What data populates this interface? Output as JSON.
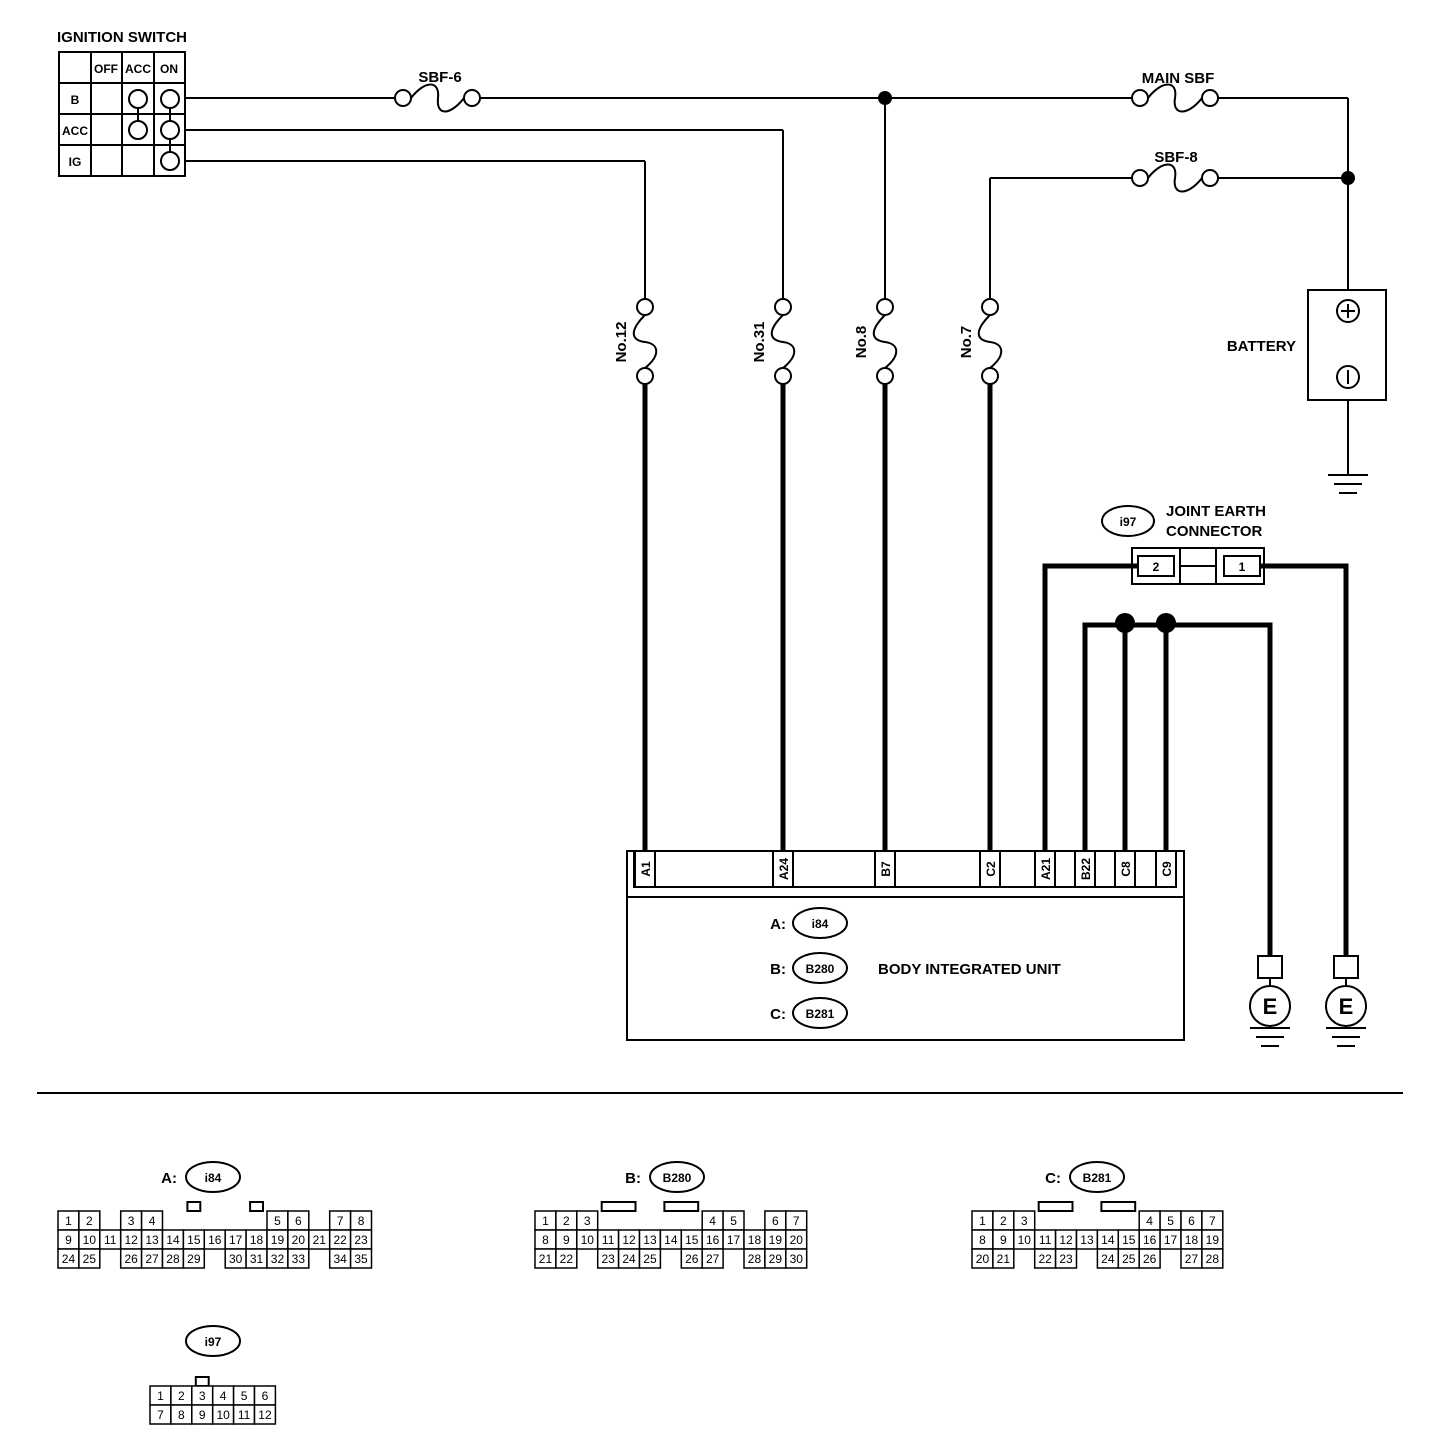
{
  "ignition_switch": {
    "title": "IGNITION SWITCH",
    "columns": [
      "OFF",
      "ACC",
      "ON"
    ],
    "rows": [
      "B",
      "ACC",
      "IG"
    ]
  },
  "fuses": {
    "sbf6": "SBF-6",
    "main_sbf": "MAIN SBF",
    "sbf8": "SBF-8",
    "no12": "No.12",
    "no31": "No.31",
    "no8": "No.8",
    "no7": "No.7"
  },
  "battery": {
    "label": "BATTERY",
    "plus": "+",
    "minus": "−"
  },
  "joint_earth": {
    "id": "i97",
    "line1": "JOINT EARTH",
    "line2": "CONNECTOR",
    "pin2": "2",
    "pin1": "1"
  },
  "unit": {
    "pins": [
      "A1",
      "A24",
      "B7",
      "C2",
      "A21",
      "B22",
      "C8",
      "C9"
    ],
    "connectors": [
      {
        "prefix": "A:",
        "id": "i84"
      },
      {
        "prefix": "B:",
        "id": "B280"
      },
      {
        "prefix": "C:",
        "id": "B281"
      }
    ],
    "name": "BODY INTEGRATED UNIT"
  },
  "earth": {
    "label": "E"
  },
  "connector_views": [
    {
      "prefix": "A:",
      "id": "i84",
      "rows": [
        [
          "1",
          "2",
          "",
          "3",
          "4",
          "",
          "",
          "",
          "",
          "",
          "5",
          "6",
          "",
          "7",
          "8"
        ],
        [
          "9",
          "10",
          "11",
          "12",
          "13",
          "14",
          "15",
          "16",
          "17",
          "18",
          "19",
          "20",
          "21",
          "22",
          "23"
        ],
        [
          "24",
          "25",
          "",
          "26",
          "27",
          "28",
          "29",
          "",
          "30",
          "31",
          "32",
          "33",
          "",
          "34",
          "35"
        ]
      ]
    },
    {
      "prefix": "B:",
      "id": "B280",
      "rows": [
        [
          "1",
          "2",
          "3",
          "",
          "",
          "",
          "",
          "",
          "4",
          "5",
          "",
          "6",
          "7"
        ],
        [
          "8",
          "9",
          "10",
          "11",
          "12",
          "13",
          "14",
          "15",
          "16",
          "17",
          "18",
          "19",
          "20"
        ],
        [
          "21",
          "22",
          "",
          "23",
          "24",
          "25",
          "",
          "26",
          "27",
          "",
          "28",
          "29",
          "30"
        ]
      ]
    },
    {
      "prefix": "C:",
      "id": "B281",
      "rows": [
        [
          "1",
          "2",
          "3",
          "",
          "",
          "",
          "",
          "",
          "4",
          "5",
          "6",
          "7"
        ],
        [
          "8",
          "9",
          "10",
          "11",
          "12",
          "13",
          "14",
          "15",
          "16",
          "17",
          "18",
          "19"
        ],
        [
          "20",
          "21",
          "",
          "22",
          "23",
          "",
          "24",
          "25",
          "26",
          "",
          "27",
          "28"
        ]
      ]
    },
    {
      "prefix": "",
      "id": "i97",
      "rows": [
        [
          "1",
          "2",
          "3",
          "4",
          "5",
          "6"
        ],
        [
          "7",
          "8",
          "9",
          "10",
          "11",
          "12"
        ]
      ]
    }
  ]
}
